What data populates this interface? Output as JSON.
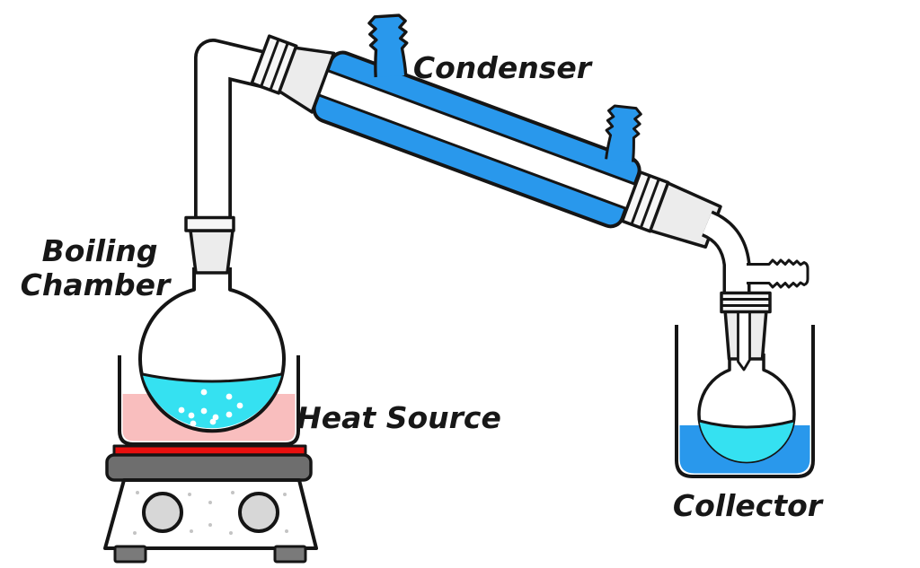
{
  "labels": {
    "condenser": "Condenser",
    "boiling_chamber_line1": "Boiling",
    "boiling_chamber_line2": "Chamber",
    "heat_source": "Heat Source",
    "collector": "Collector"
  },
  "colors": {
    "blue": "#2998EC",
    "cyan": "#35E1F1",
    "pink": "#F9BEBE",
    "red": "#E9100F",
    "dark_gray": "#6E6E6E",
    "foot_gray": "#7A7A7A",
    "knob_gray": "#D7D7D7",
    "glass": "#ECECEC",
    "stripe": "#F6F6F6",
    "speckle": "#C4C4C4",
    "outline": "#151515",
    "background": "#FFFFFF"
  }
}
